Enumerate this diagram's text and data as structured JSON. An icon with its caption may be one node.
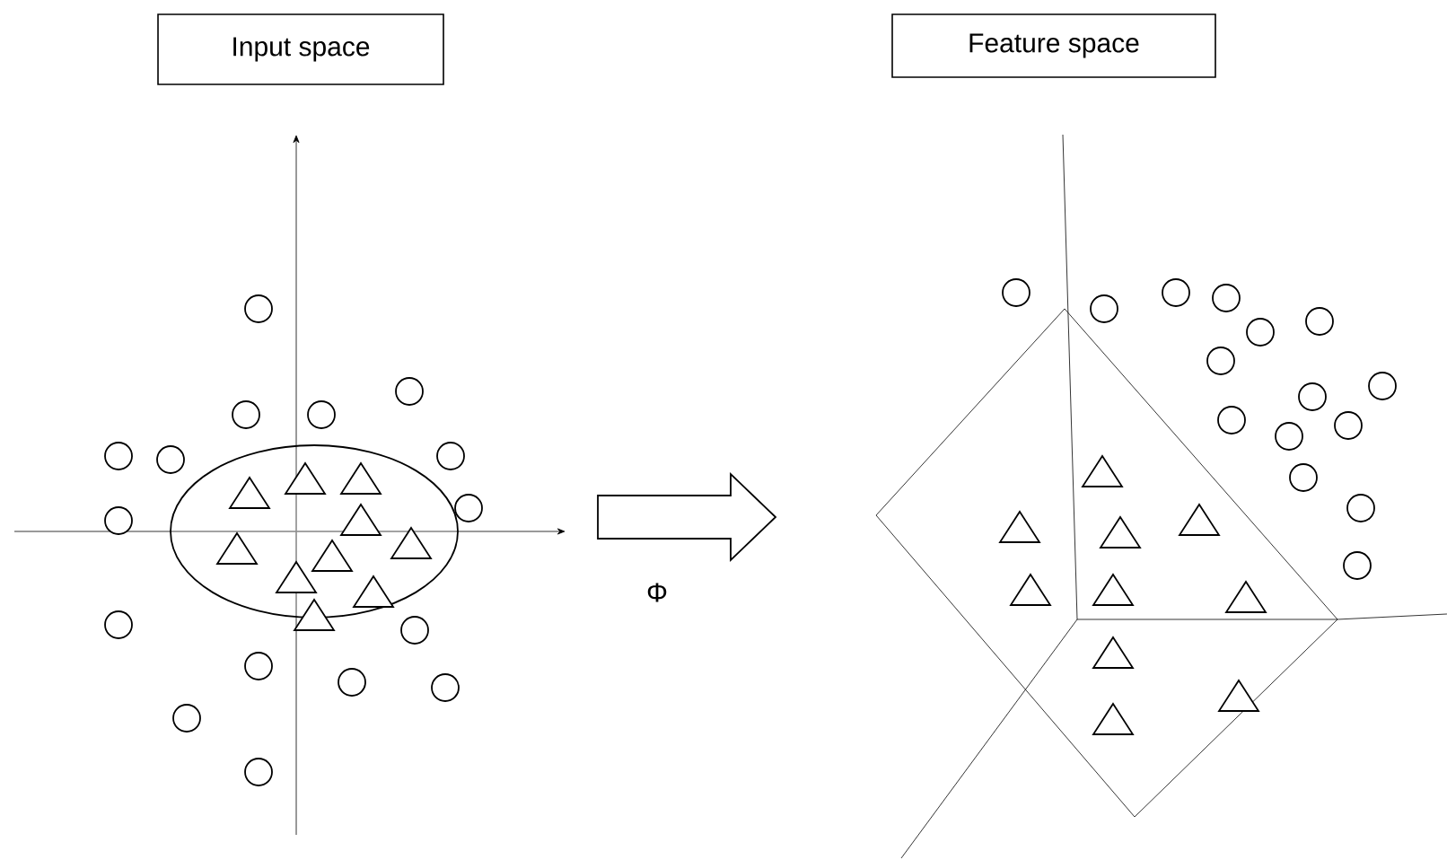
{
  "diagram": {
    "nodes": [
      {
        "text": [
          "Input space"
        ]
      },
      {
        "text": [
          "Feature space"
        ]
      }
    ],
    "labels": [
      "Φ"
    ]
  }
}
